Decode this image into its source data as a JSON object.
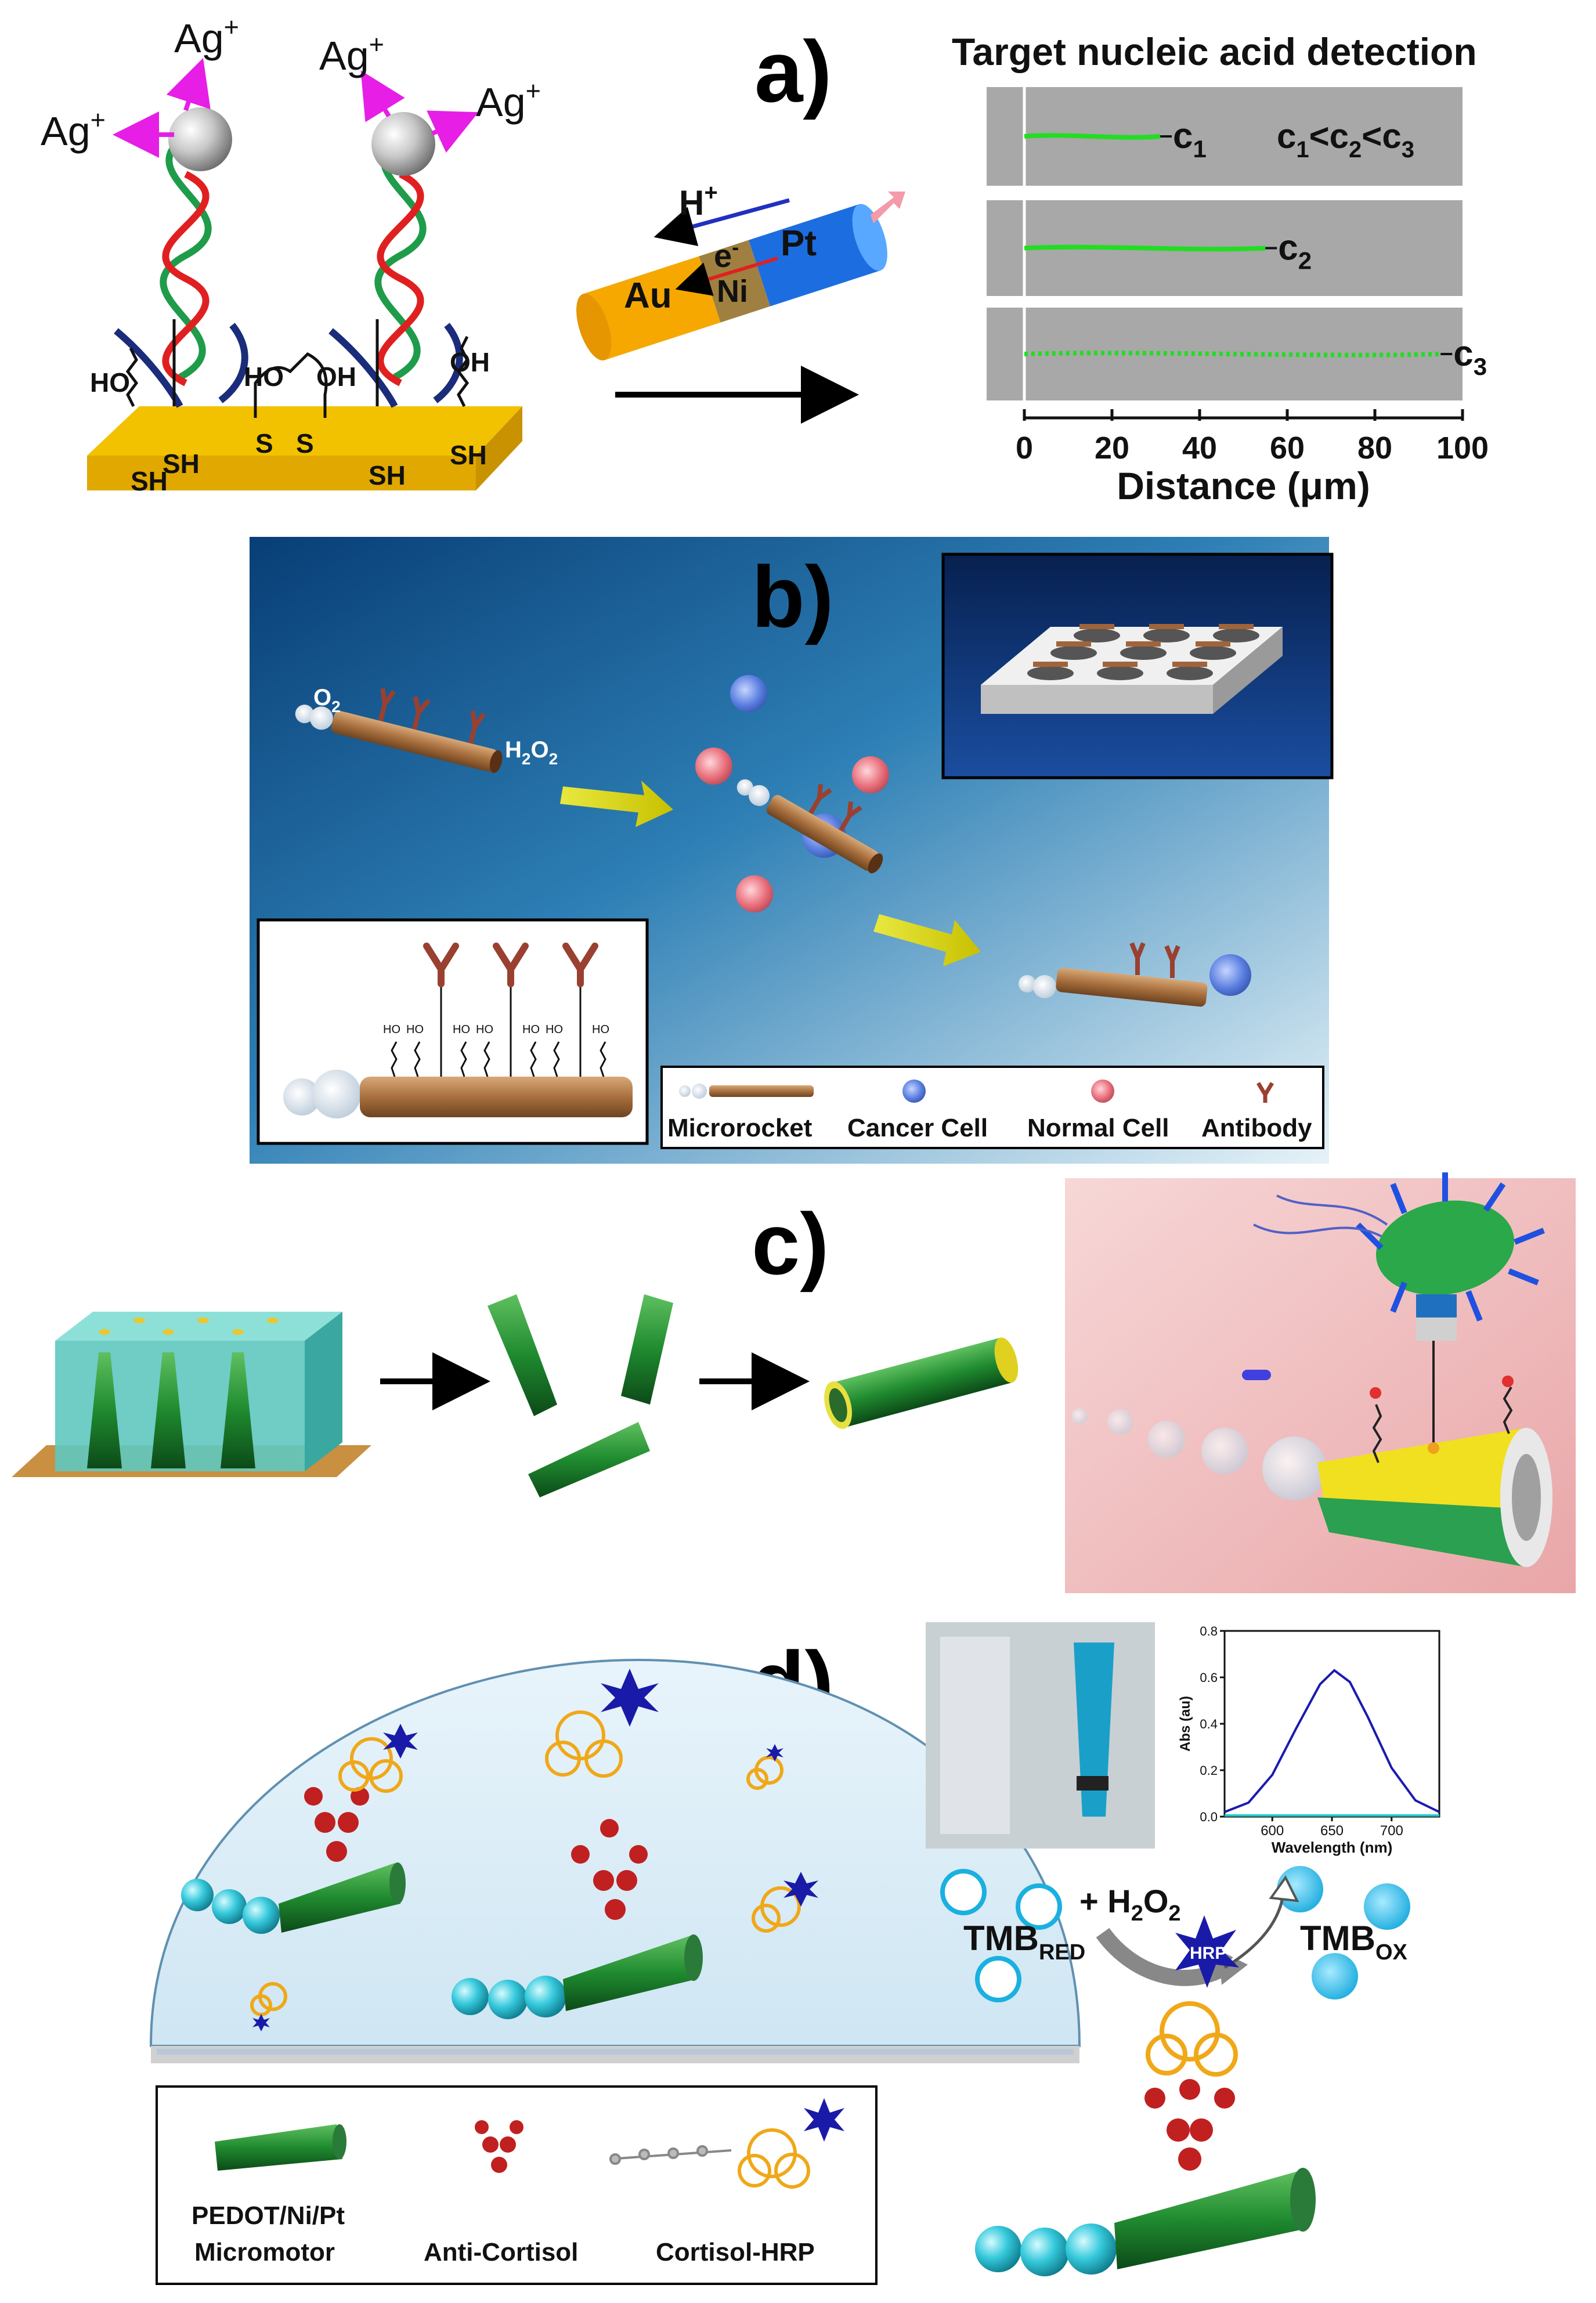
{
  "panel_a": {
    "letter": "a)",
    "ag_label": "Ag",
    "ag_sup": "+",
    "ho": "HO",
    "oh": "OH",
    "sh": "SH",
    "s": "S",
    "h_plus": "H",
    "h_sup": "+",
    "e_minus": "e",
    "e_sup": "-",
    "metal_au": "Au",
    "metal_ni": "Ni",
    "metal_pt": "Pt",
    "chart_title": "Target nucleic acid detection",
    "condition": "c",
    "c1": "c",
    "c2": "c",
    "c3": "c",
    "sub1": "1",
    "sub2": "2",
    "sub3": "3",
    "xlabel": "Distance (μm)"
  },
  "chart_data": {
    "type": "line",
    "title": "Target nucleic acid detection",
    "xlabel": "Distance (μm)",
    "ylabel": "",
    "xlim": [
      0,
      100
    ],
    "x_ticks": [
      "0",
      "20",
      "40",
      "60",
      "80",
      "100"
    ],
    "annotation": "c1<c2<c3",
    "series": [
      {
        "name": "c1",
        "x_start": 0,
        "x_end": 31,
        "color": "#22dd22"
      },
      {
        "name": "c2",
        "x_start": 0,
        "x_end": 55,
        "color": "#22dd22"
      },
      {
        "name": "c3",
        "x_start": 0,
        "x_end": 95,
        "color": "#22dd22"
      }
    ]
  },
  "panel_b": {
    "letter": "b)",
    "o2": "O",
    "o2_sub": "2",
    "h2o2_h": "H",
    "h2o2_2a": "2",
    "h2o2_o": "O",
    "h2o2_2b": "2",
    "ho": "HO",
    "legend": [
      "Microrocket",
      "Cancer Cell",
      "Normal Cell",
      "Antibody"
    ],
    "colors": {
      "bg_dark": "#0a4c86",
      "bg_light": "#d8ecf4",
      "cancer": "#5a7ee0",
      "normal": "#e86e7a",
      "rocket": "#b0805a",
      "antibody": "#a05040"
    }
  },
  "panel_c": {
    "letter": "c)",
    "colors": {
      "tube": "#2f8f3a",
      "yellow": "#f0e020",
      "pink_bg": "#f3c2c2",
      "bacterium": "#2aa84a"
    }
  },
  "panel_d": {
    "letter": "d)",
    "legend": [
      "PEDOT/Ni/Pt",
      "Micromotor",
      "Anti-Cortisol",
      "Cortisol-HRP"
    ],
    "plus_h2o2": "+ H",
    "h2o2_sub": "2",
    "h2o2_o": "O",
    "h2o2_sub2": "2",
    "tmb_red": "TMB",
    "tmb_red_sub": "RED",
    "tmb_ox": "TMB",
    "tmb_ox_sub": "OX",
    "hrp": "HRP",
    "inset_ylabel": "Abs (au)",
    "inset_xlabel": "Wavelength (nm)",
    "inset_yticks": [
      "0.0",
      "0.2",
      "0.4",
      "0.6",
      "0.8"
    ],
    "inset_xticks": [
      "600",
      "650",
      "700"
    ],
    "colors": {
      "tube": "#1f7f2f",
      "bead": "#22c4d8",
      "hrp_star": "#1a1aa8",
      "cortisol": "#f0b020",
      "antibody": "#c02020",
      "tmb_blue": "#1ab0e0"
    }
  },
  "inset_chart": {
    "type": "line",
    "xlim": [
      560,
      740
    ],
    "ylim": [
      0,
      0.8
    ],
    "peak_x": 652,
    "peak_y": 0.63,
    "series": [
      {
        "values": [
          [
            560,
            0.02
          ],
          [
            580,
            0.06
          ],
          [
            600,
            0.18
          ],
          [
            620,
            0.38
          ],
          [
            640,
            0.57
          ],
          [
            652,
            0.63
          ],
          [
            665,
            0.58
          ],
          [
            680,
            0.43
          ],
          [
            700,
            0.21
          ],
          [
            720,
            0.07
          ],
          [
            740,
            0.02
          ]
        ]
      }
    ]
  }
}
